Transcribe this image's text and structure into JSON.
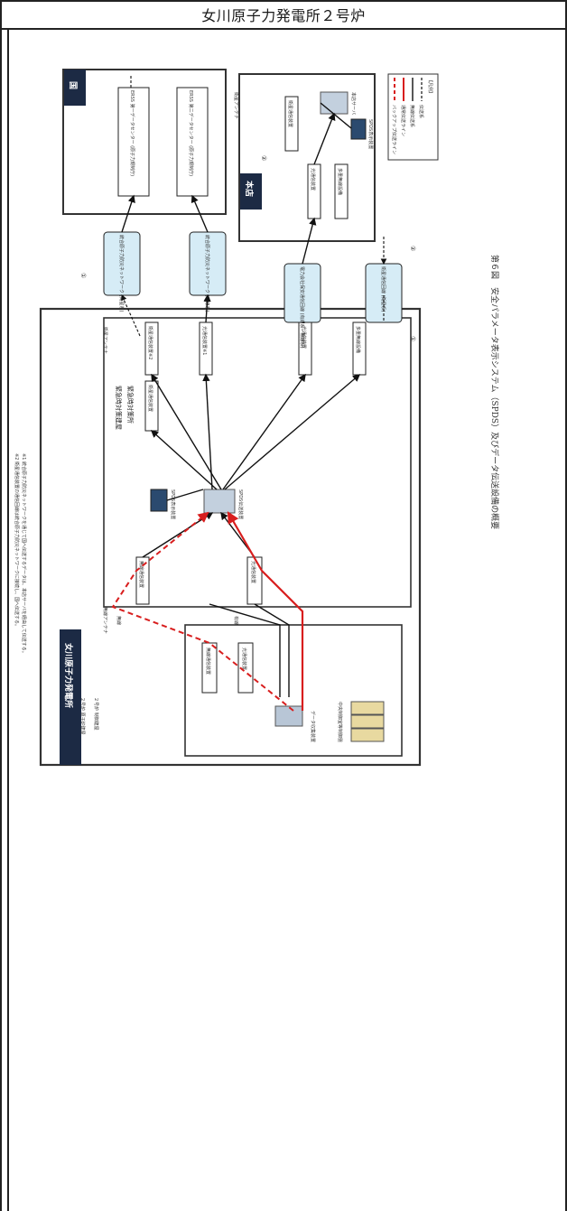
{
  "header": {
    "title": "女川原子力発電所２号炉"
  },
  "diagram": {
    "caption": "第６図　安全パラメータ表示システム（SPDS）及びデータ伝送設備の概要",
    "site": {
      "label": "女川原子力発電所",
      "building_tsc": "緊急時対策建屋",
      "tsc": "緊急時対策所",
      "reactor_bldg": "２号炉 原子炉建屋",
      "control_bldg": "２号炉 制御建屋",
      "wireless_label": "無線",
      "wired_label": "有線"
    },
    "kuni": {
      "label": "国",
      "erss1": "ERSS 第一データセンター (原子力規制庁)",
      "erss2": "ERSS 第二データセンター (原子力規制庁)"
    },
    "honten": {
      "label": "本店"
    },
    "boxes": {
      "wireless_comm_rb": "無線通信装置",
      "optical_comm_rb": "光通信装置",
      "data_collect": "データ収集装置",
      "control_panel": "中央制御室等制御盤",
      "wireless_comm_tsc": "無線通信装置",
      "optical_comm_tsc": "光通信装置",
      "spds_transmitter": "SPDS伝送装置",
      "spds_display": "SPDS表示装置",
      "sat_comm_1": "衛星通信装置",
      "sat_comm_2": "衛星通信装置※2",
      "optical_comm_2": "光通信装置※1",
      "optical_comm_3": "光通信装置",
      "multiplex_radio": "多重無線設備",
      "ho_sat": "衛星通信装置",
      "ho_optical": "光通信装置",
      "ho_multiplex": "多重無線設備",
      "ho_server": "本店サーバ",
      "ho_spds_display": "SPDS表示装置",
      "net1": "統合原子力防災ネットワーク (衛星系)",
      "net2": "統合原子力防災ネットワーク (有線系)",
      "net3": "電力会社保安通信回線 (有線系・無線系)",
      "net4": "衛星通信回線 (衛星系)",
      "antenna_label": "無線アンテナ",
      "sat_antenna": "衛星アンテナ",
      "marker1": "①",
      "marker2": "②"
    },
    "legend": {
      "title": "【凡例】",
      "items": [
        "伝送系",
        "無線伝送系",
        "通常伝送ライン",
        "バックアップ伝送ライン"
      ]
    },
    "footnotes": [
      "※1 統合原子力防災ネットワークを通じて国へ伝送するデータは、本店サーバを経由して伝送する。",
      "※2 衛星通信装置の通信回線は統合原子力防災ネットワークに接続し、国へ伝送する。"
    ],
    "colors": {
      "box_dark": "#1c2a44",
      "box_net": "#d6ecf6",
      "line_red": "#d81e1e",
      "line_black": "#111111"
    }
  }
}
